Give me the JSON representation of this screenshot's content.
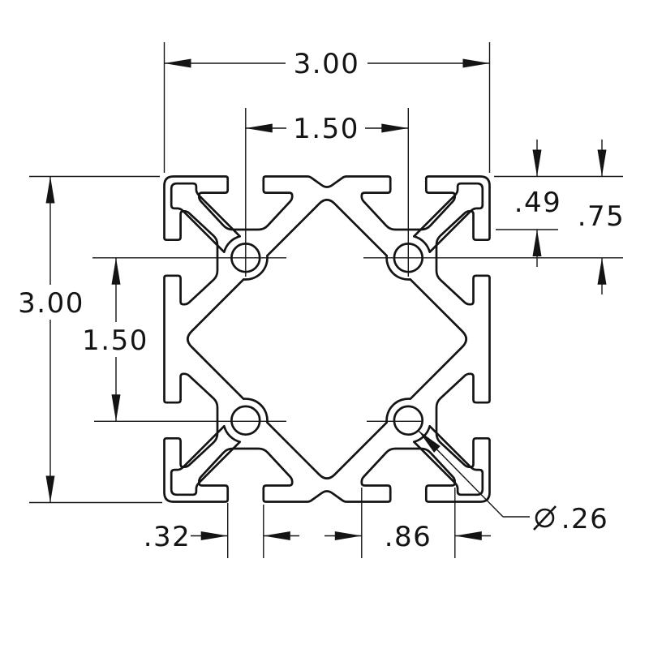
{
  "drawing": {
    "type": "t-slot-extrusion-cross-section",
    "dimensions": {
      "overall_width": "3.00",
      "overall_height": "3.00",
      "slot_spacing_horizontal": "1.50",
      "slot_spacing_vertical": "1.50",
      "slot_depth": ".49",
      "hole_offset_from_edge": ".75",
      "slot_opening_width": ".32",
      "slot_interior_width": ".86",
      "hole_diameter": ".26"
    },
    "symbols": {
      "diameter": "⌀"
    },
    "colors": {
      "line": "#141414",
      "background": "#ffffff"
    }
  }
}
